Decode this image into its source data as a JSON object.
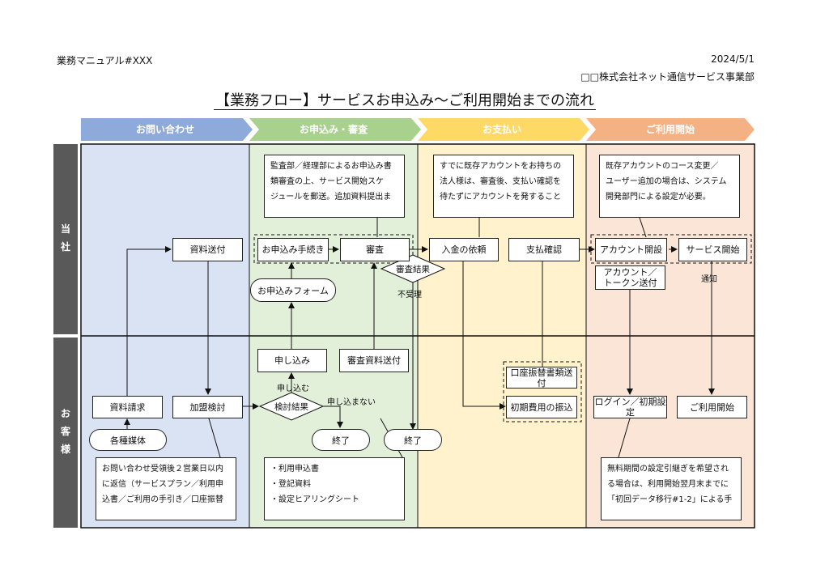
{
  "header": {
    "doc_id": "業務マニュアル#XXX",
    "date": "2024/5/1",
    "company": "□□株式会社ネット通信サービス事業部",
    "title": "【業務フロー】サービスお申込み～ご利用開始までの流れ"
  },
  "phases": [
    "お問い合わせ",
    "お申込み・審査",
    "お支払い",
    "ご利用開始"
  ],
  "phase_colors": [
    "#8eaadb",
    "#a9d18e",
    "#ffd966",
    "#f4b183"
  ],
  "column_colors": [
    "#dae3f3",
    "#e2f0d9",
    "#fff2cc",
    "#fbe5d6"
  ],
  "lanes": [
    "当社",
    "お客様"
  ],
  "lane_color": "#595959",
  "nodes": {
    "shiryo_sofu": "資料送付",
    "moushikomi_tetsuzuki": "お申込み手続き",
    "shinsa": "審査",
    "nyukin_irai": "入金の依頼",
    "shiharai_kakunin": "支払確認",
    "account_kaisetsu": "アカウント開設",
    "service_kaishi": "サービス開始",
    "account_token": "アカウント／\nトークン送付",
    "moushikomi_form": "お申込みフォーム",
    "shinsa_kekka": "審査結果",
    "moushikomi": "申し込み",
    "shinsa_shiryo_sofu": "審査資料送付",
    "koza_furikae": "口座振替書類送付",
    "shoki_furikomi": "初期費用の振込",
    "shiryo_seikyu": "資料請求",
    "kamei_kento": "加盟検討",
    "kento_kekka": "検討結果",
    "login": "ログイン／初期設定",
    "goriyo_kaishi": "ご利用開始",
    "kakushu_baitai": "各種媒体",
    "shuryo1": "終了",
    "shuryo2": "終了"
  },
  "labels": {
    "fujuri": "不受理",
    "tsuchi": "通知",
    "moushikomu": "申し込む",
    "moushikomanai": "申し込まない"
  },
  "notes": {
    "kansabu": "監査部／経理部によるお申込み書\n類審査の上、サービス開始スケ\nジュールを郵送。追加資料提出ま",
    "kizon_account": "すでに既存アカウントをお持ちの\n法人様は、審査後、支払い確認を\n待たずにアカウントを発すること",
    "course_henko": "既存アカウントのコース変更／\nユーザー追加の場合は、システム\n開発部門による設定が必要。",
    "otoiawase": "お問い合わせ受領後２営業日以内\nに返信（サービスプラン／利用申\n込書／ご利用の手引き／口座振替",
    "shorui": "・利用申込書\n・登記資料\n・設定ヒアリングシート",
    "muryo": "無料期間の設定引継ぎを希望され\nる場合は、利用開始翌月末までに\n「初回データ移行#1-2」による手"
  }
}
